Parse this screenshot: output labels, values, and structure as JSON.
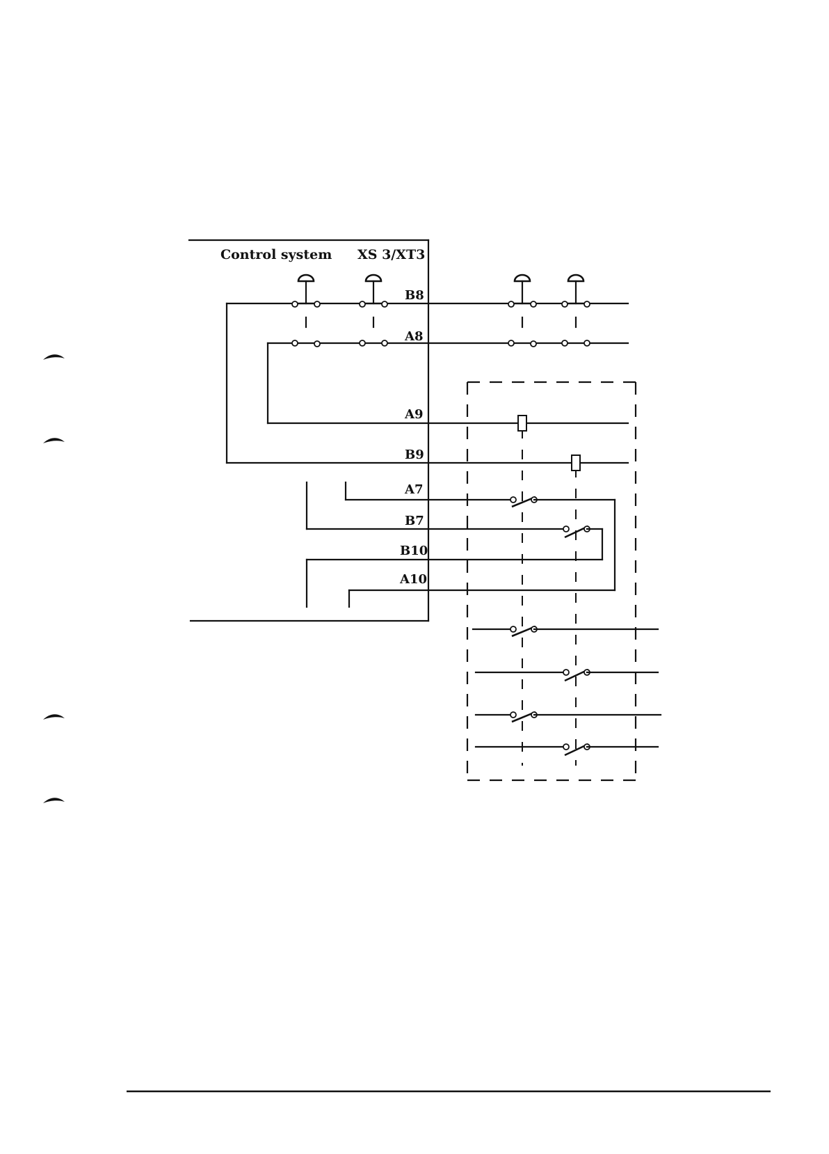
{
  "panel": {
    "title": "Control system",
    "connector": "XS 3/XT3"
  },
  "terminals": [
    "B8",
    "A8",
    "A9",
    "B9",
    "A7",
    "B7",
    "B10",
    "A10"
  ]
}
